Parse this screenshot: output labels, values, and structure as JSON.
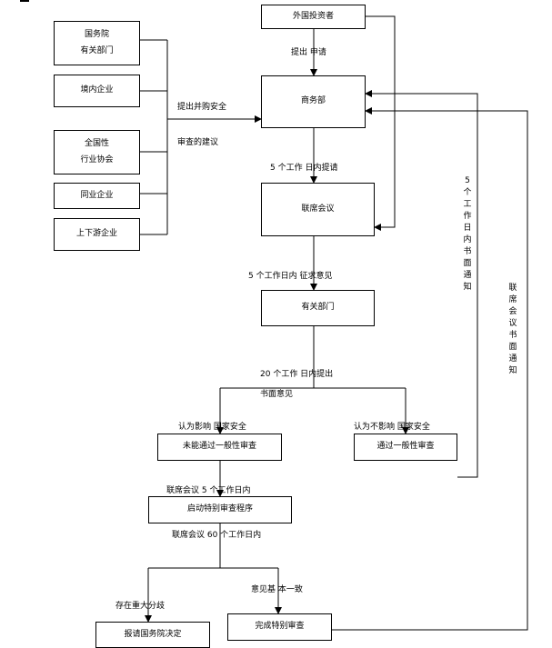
{
  "boxes": {
    "foreign_investor": "外国投资者",
    "state_council_depts": "国务院\n有关部门",
    "domestic_enterprise": "境内企业",
    "national_assoc": "全国性\n行业协会",
    "same_industry": "同业企业",
    "upstream_downstream": "上下游企业",
    "mofcom": "商务部",
    "joint_meeting": "联席会议",
    "related_depts": "有关部门",
    "fail_general_review": "未能通过一般性审查",
    "pass_general_review": "通过一般性审查",
    "start_special_review": "启动特别审查程序",
    "report_state_council": "报请国务院决定",
    "complete_special_review": "完成特别审查"
  },
  "labels": {
    "submit_application": "提出  申请",
    "propose_security_1": "提出并购安全",
    "propose_security_2": "审查的建议",
    "five_days_submit": "5 个工作  日内提请",
    "five_days_opinion": "5 个工作日内    征求意见",
    "twenty_days_1": "20  个工作  日内提出",
    "twenty_days_2": "书面意见",
    "affects_security": "认为影响  国家安全",
    "not_affects_security": "认为不影响  国家安全",
    "joint_five_days": "联席会议 5 个工作日内",
    "joint_sixty_days": "联席会议   60 个工作日内",
    "major_disagreement": "存在重大分歧",
    "basic_consensus": "意见基  本一致",
    "five_day_written_notice": "5\n个\n工\n作\n日\n内\n书\n面\n通\n知",
    "joint_written_notice": "联\n席\n会\n议\n书\n面\n通\n知"
  }
}
